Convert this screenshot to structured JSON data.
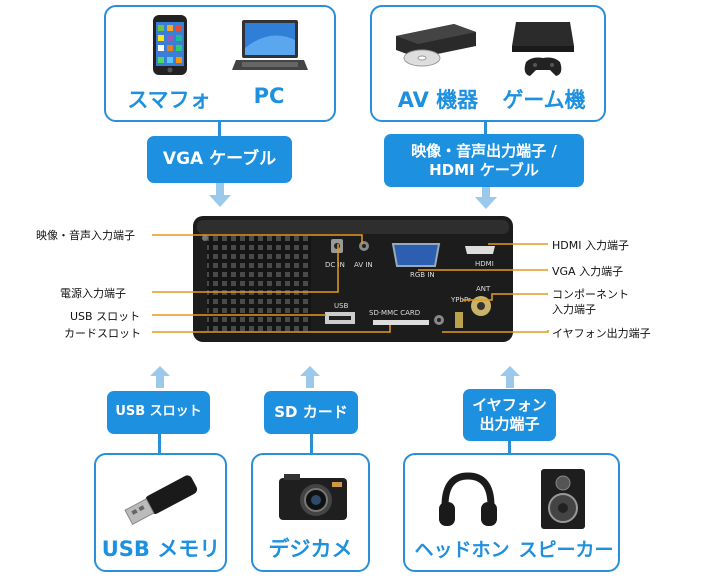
{
  "colors": {
    "accent": "#1e90e0",
    "border": "#2a8fd9",
    "leader": "#e49b1e"
  },
  "top_left": {
    "devices": [
      "スマフォ",
      "PC"
    ],
    "cable": "VGA ケーブル"
  },
  "top_right": {
    "devices": [
      "AV 機器",
      "ゲーム機"
    ],
    "cable_line1": "映像・音声出力端子 /",
    "cable_line2": "HDMI ケーブル"
  },
  "ports_left": [
    "映像・音声入力端子",
    "電源入力端子",
    "USB スロット",
    "カードスロット"
  ],
  "ports_right": [
    "HDMI 入力端子",
    "VGA 入力端子",
    "コンポーネント",
    "入力端子",
    "イヤフォン出力端子"
  ],
  "panel": {
    "dcin": "DC IN",
    "avin": "AV IN",
    "rgbin": "RGB IN",
    "hdmi": "HDMI",
    "usb": "USB",
    "card": "SD·MMC CARD",
    "ypbpr": "YPbPr",
    "ant": "ANT"
  },
  "bottom": {
    "usb": {
      "label": "USB スロット",
      "device": "USB メモリ"
    },
    "sd": {
      "label": "SD カード",
      "device": "デジカメ"
    },
    "ear": {
      "label_line1": "イヤフォン",
      "label_line2": "出力端子",
      "devices": [
        "ヘッドホン",
        "スピーカー"
      ]
    }
  },
  "icons": [
    "smartphone-icon",
    "laptop-icon",
    "dvd-player-icon",
    "game-console-icon",
    "usb-stick-icon",
    "camera-icon",
    "headphones-icon",
    "speaker-icon"
  ]
}
